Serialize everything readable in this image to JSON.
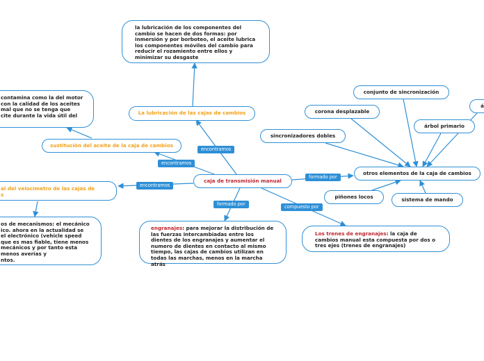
{
  "root": {
    "label": "caja de transmisión manual"
  },
  "nodes": {
    "lubricacion": "La lubricación de las cajas de cambios",
    "lubricacion_detail": "la lubricación de los componentes del cambio se hacen de dos formas: por inmersión y por borboteo, el aceite lubrica los componentes móviles del cambio para reducir el rozamiento entre ellos y minimizar su desgaste",
    "sustitucion": "sustitución del aceite de la caja de cambios",
    "sustitucion_detail": "contamina como la del motor\ncon la calidad de los aceites\nmal que no se tenga que\ncite durante la vida útil del",
    "velocimetro": "al del velocímetro de las cajas de\ns",
    "velocimetro_detail": "os de mecanismos: el mecánico\nico. ahora en la actualidad se\nel electrónico (vehicle speed\nque es mas fiable, tiene menos\nmecánicos y por tanto esta\nmenos averías y\nntos.",
    "engranajes_title": "engranajes",
    "engranajes_body": ": para mejorar la distribución de las fuerzas intercambiadas entre los dientes de los engranajes y aumentar el numero de dientes en contacto al mismo tiempo, las cajas de cambios utilizan en todas las marchas, menos en la marcha atrás",
    "trenes_title": "Los trenes de engranajes",
    "trenes_body": ": la caja de cambios manual esta compuesta por dos o tres ejes (trenes de engranajes)",
    "otros": "otros elementos de la caja de cambios",
    "sincronizadores": "sincronizadores dobles",
    "corona": "corona desplazable",
    "conjunto": "conjunto de sincronización",
    "arbol": "árbol primario",
    "partial_right": "á",
    "pinones": "piñones locos",
    "mando": "sistema de mando"
  },
  "links": {
    "encontramos_1": "encontramos",
    "encontramos_2": "encontramos",
    "encontramos_3": "encontramos",
    "formado_por_1": "formado por",
    "formado_por_2": "formado por",
    "compuesto_por": "compuesto por"
  },
  "colors": {
    "line": "#2e8fd6",
    "highlight": "#f0a21c",
    "accent": "#c0262e"
  }
}
